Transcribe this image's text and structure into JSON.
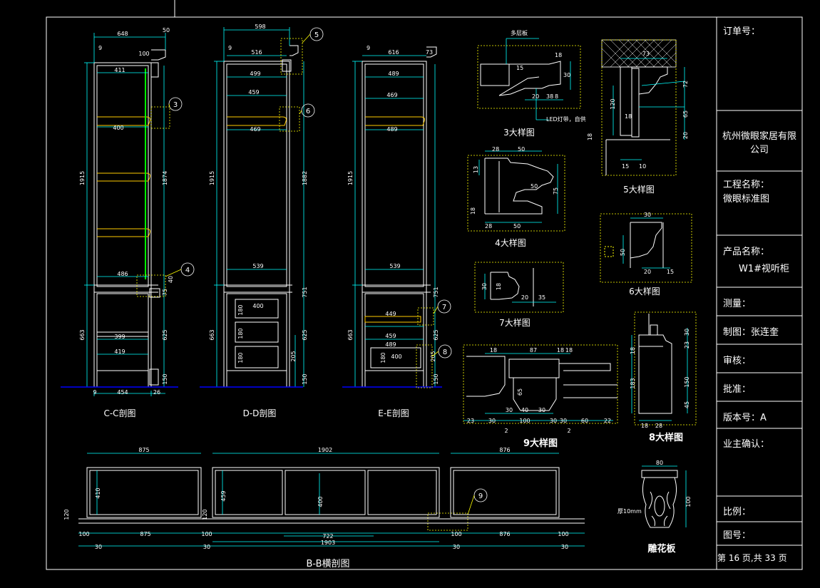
{
  "colors": {
    "background": "#000000",
    "frame": "#ffffff",
    "outline": "#ffffff",
    "dimension": "#00ffff",
    "shelf": "#ffcc00",
    "highlight": "#00ff00",
    "ground": "#0000ff",
    "callout": "#ffff00",
    "text": "#ffffff"
  },
  "title_block": {
    "order_no": "订单号：",
    "company": "杭州微眼家居有限公司",
    "project_label": "工程名称：",
    "project_value": "微眼标准图",
    "product_label": "产品名称：",
    "product_value": "W1#视听柜",
    "measure": "测量：",
    "drafter": "制图：张连奎",
    "review": "审核：",
    "approve": "批准：",
    "version": "版本号：A",
    "owner_confirm": "业主确认：",
    "scale": "比例：",
    "drawing_no": "图号：",
    "page": "第 16 页,共 33 页"
  },
  "views": {
    "cc": "C-C剖图",
    "dd": "D-D剖图",
    "ee": "E-E剖图",
    "bb": "B-B横剖图",
    "d3": "3大样图",
    "d4": "4大样图",
    "d5": "5大样图",
    "d6": "6大样图",
    "d7": "7大样图",
    "d8": "8大样图",
    "d9": "9大样图",
    "carved": "雕花板"
  },
  "callouts": [
    "3",
    "4",
    "5",
    "6",
    "7",
    "8",
    "9"
  ],
  "notes": {
    "multilayer": "多层板",
    "led": "LED灯带，自供",
    "carved_thickness": "厚10mm"
  },
  "dims": {
    "cc": {
      "width_top": "648",
      "top_overhang": "50",
      "offset": "9",
      "inner_top": "100",
      "inner_w": "411",
      "shelf_a": "400",
      "shelf_b": "486",
      "total_h": "1915",
      "upper_h": "1874",
      "lower_h": "663",
      "lower_inner": "625",
      "base": "150",
      "drawer": "399",
      "drawer2": "419",
      "bottom_w": "454",
      "bottom_r": "26",
      "small": "75",
      "tiny": "40"
    },
    "dd": {
      "width_top": "598",
      "offset": "9",
      "w1": "516",
      "w2": "499",
      "w3": "459",
      "shelf": "469",
      "total_h": "1915",
      "upper_h": "1882",
      "mid": "539",
      "lower_h": "663",
      "lower_inner": "625",
      "drawer_w": "400",
      "dh1": "180",
      "dh2": "180",
      "dh3": "180",
      "side": "751",
      "side2": "205",
      "base": "150"
    },
    "ee": {
      "offset": "9",
      "w1": "616",
      "right": "73",
      "w2": "489",
      "w3": "469",
      "shelf": "489",
      "total_h": "1915",
      "mid": "539",
      "lower_h": "663",
      "lower_inner": "625",
      "lw1": "449",
      "lw2": "459",
      "lw3": "489",
      "drawer_w": "400",
      "dh": "180",
      "side": "751",
      "side2": "205",
      "base": "150"
    },
    "d3": {
      "a": "15",
      "b": "20",
      "c": "38",
      "d": "8",
      "e": "30",
      "f": "18"
    },
    "d4": {
      "a": "28",
      "b": "50",
      "c": "13",
      "d": "50",
      "e": "75",
      "f": "18",
      "g": "28",
      "h": "50"
    },
    "d5": {
      "a": "73",
      "b": "120",
      "c": "18",
      "d": "18",
      "e": "15",
      "f": "10",
      "g": "72",
      "h": "65",
      "i": "20"
    },
    "d6": {
      "a": "30",
      "b": "50",
      "c": "20",
      "d": "15"
    },
    "d7": {
      "a": "30",
      "b": "18",
      "c": "20",
      "d": "35"
    },
    "d8": {
      "a": "18",
      "b": "18",
      "c": "28",
      "d": "183",
      "e": "150",
      "f": "45",
      "g": "30",
      "h": "23"
    },
    "d9": {
      "a": "18",
      "b": "87",
      "c": "18",
      "d": "18",
      "e": "30",
      "f": "40",
      "g": "30",
      "h": "23",
      "i": "30",
      "j": "100",
      "k": "30",
      "l": "30",
      "m": "60",
      "n": "22",
      "o": "2",
      "p": "2",
      "q": "65"
    },
    "bb": {
      "left_w": "875",
      "mid_w": "1902",
      "right_w": "876",
      "h1": "410",
      "h2": "459",
      "h3": "400",
      "l1": "100",
      "l2": "875",
      "l3": "100",
      "m1": "722",
      "m2": "1903",
      "r1": "100",
      "r2": "876",
      "r3": "100",
      "s1": "30",
      "s2": "30",
      "s3": "30",
      "s4": "30",
      "t1": "120",
      "t2": "120"
    },
    "carved": {
      "w": "80",
      "h": "100"
    }
  }
}
